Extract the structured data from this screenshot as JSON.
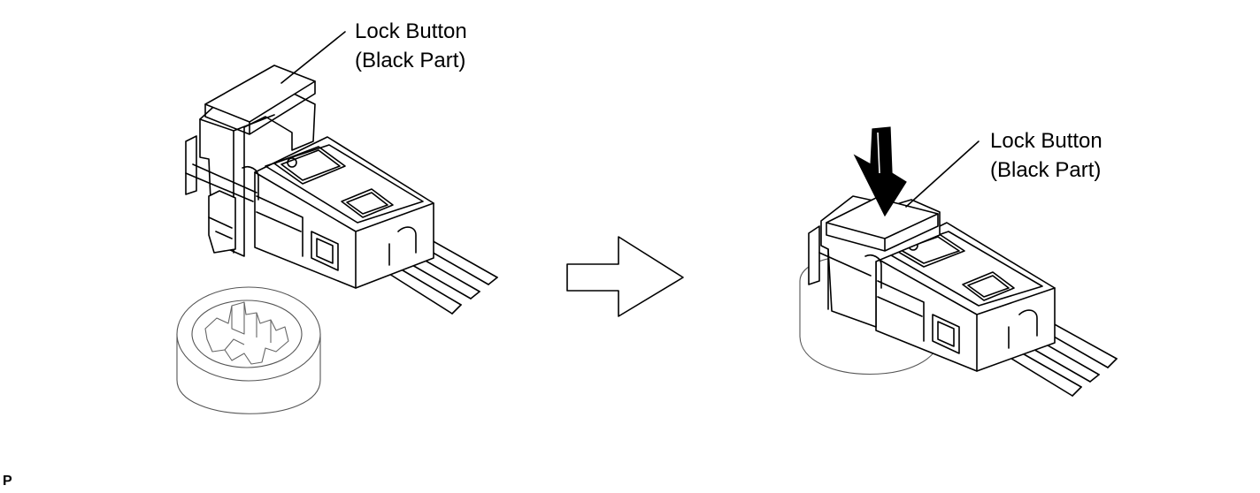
{
  "left_view": {
    "callout": {
      "line1": "Lock Button",
      "line2": "(Black Part)"
    }
  },
  "right_view": {
    "callout": {
      "line1": "Lock Button",
      "line2": "(Black Part)"
    }
  },
  "corner_code": "P",
  "icons": {
    "transition": "hollow-right-arrow-icon",
    "press_direction": "solid-down-arrow-icon"
  },
  "colors": {
    "line": "#000000",
    "background": "#ffffff"
  }
}
